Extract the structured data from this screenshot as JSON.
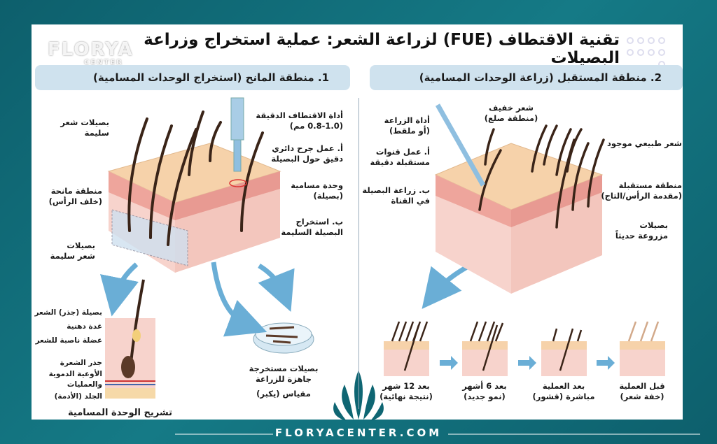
{
  "title": "تقنية الاقتطاف (FUE) لزراعة الشعر: عملية استخراج وزراعة البصيلات",
  "watermark": {
    "brand": "FLORYA",
    "sub": "CENTER"
  },
  "colors": {
    "frame": "#0f6673",
    "pill": "#cfe2ee",
    "skin": "#f6d2aa",
    "dermis": "#f2b4ad",
    "hair": "#3a2418",
    "arrow": "#6aaed6"
  },
  "donor": {
    "header": "1. منطقة المانح (استخراج الوحدات المسامية)",
    "labels": {
      "healthy_follicles_top": [
        "بصيلات شعر",
        "سليمة"
      ],
      "donor_area": [
        "منطقة مانحة",
        "(خلف الرأس)"
      ],
      "healthy_follicles_bottom": [
        "بصيلات",
        "شعر سليمة"
      ],
      "punch_tool": [
        "أداة الاقتطاف الدقيقة",
        "(0.8-1.0 مم)"
      ],
      "step_a": [
        "أ. عمل جرح دائري",
        "دقيق حول البصيلة"
      ],
      "follicular_unit": [
        "وحدة مسامية",
        "(بصيلة)"
      ],
      "step_b": [
        "ب. استخراج",
        "البصيلة السليمة"
      ]
    },
    "anatomy": {
      "items": [
        "بصيلة (جذر) الشعر",
        "غدة دهنية",
        "عضلة ناصبة للشعر",
        "جذر الشعرة",
        "الأوعية الدموية",
        "والعمليات",
        "الجلد (الأدمة)"
      ],
      "caption": "تشريح الوحدة المسامية"
    },
    "dish": [
      "بصيلات مستخرجة",
      "جاهزة للزراعة",
      "مقياس (يكبر)"
    ]
  },
  "recipient": {
    "header": "2. منطقة المستقبل (زراعة الوحدات المسامية)",
    "labels": {
      "implant_tool": [
        "أداة الزراعة",
        "(أو ملقط)"
      ],
      "thin_hair": [
        "شعر خفيف",
        "(منطقة صلع)"
      ],
      "step_a": [
        "أ. عمل قنوات",
        "مستقبلة دقيقة"
      ],
      "existing_hair": [
        "شعر طبيعي موجود"
      ],
      "step_b": [
        "ب. زراعة البصيلة",
        "في القناة"
      ],
      "recipient_area": [
        "منطقة مستقبلة",
        "(مقدمة الرأس/التاج)"
      ],
      "new_follicles": [
        "بصيلات",
        "مزروعة حديثاً"
      ]
    },
    "stages": [
      {
        "line1": "بعد 12 شهر",
        "line2": "(نتيجة نهائية)"
      },
      {
        "line1": "بعد 6 أشهر",
        "line2": "(نمو جديد)"
      },
      {
        "line1": "بعد العملية",
        "line2": "مباشرة (قشور)"
      },
      {
        "line1": "قبل العملية",
        "line2": "(خفة شعر)"
      }
    ]
  },
  "footer": "FLORYACENTER.COM"
}
